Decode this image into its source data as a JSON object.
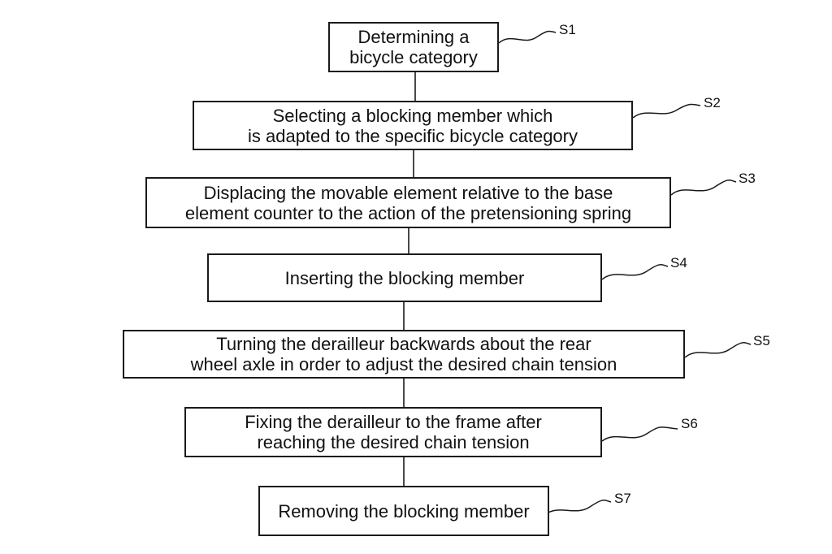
{
  "steps": [
    {
      "id": "S1",
      "label": "S1",
      "text": "Determining a\nbicycle category"
    },
    {
      "id": "S2",
      "label": "S2",
      "text": "Selecting a blocking member which\nis adapted to the specific bicycle category"
    },
    {
      "id": "S3",
      "label": "S3",
      "text": "Displacing the movable element relative to the base\nelement counter to the action of the pretensioning spring"
    },
    {
      "id": "S4",
      "label": "S4",
      "text": "Inserting the blocking member"
    },
    {
      "id": "S5",
      "label": "S5",
      "text": "Turning the derailleur backwards about the rear\nwheel axle in order to adjust the desired chain tension"
    },
    {
      "id": "S6",
      "label": "S6",
      "text": "Fixing the derailleur to the frame after\nreaching the desired chain tension"
    },
    {
      "id": "S7",
      "label": "S7",
      "text": "Removing the blocking member"
    }
  ]
}
